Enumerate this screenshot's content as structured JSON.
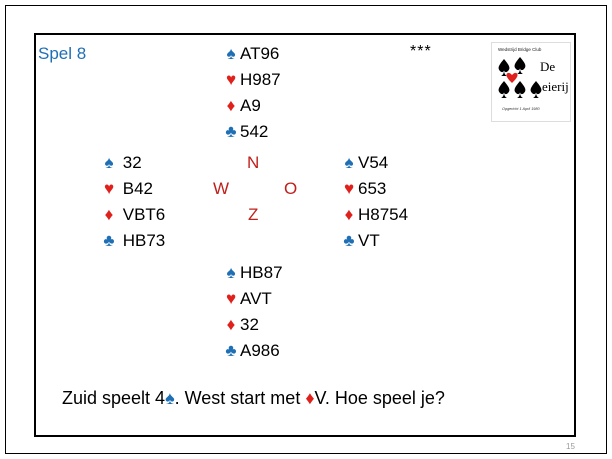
{
  "slide": {
    "title": "Spel 8",
    "stars": "***",
    "page_number": "15"
  },
  "suits": {
    "spade": "♠",
    "heart": "♥",
    "diamond": "♦",
    "club": "♣"
  },
  "colors": {
    "spade_club": "#1f6fb5",
    "heart_diamond": "#e0201b",
    "compass": "#c0201b"
  },
  "hands": {
    "north": {
      "spades": "AT96",
      "hearts": "H987",
      "diamonds": "A9",
      "clubs": "542"
    },
    "west": {
      "spades": "32",
      "hearts": "B42",
      "diamonds": "VBT6",
      "clubs": "HB73"
    },
    "east": {
      "spades": "V54",
      "hearts": "653",
      "diamonds": "H8754",
      "clubs": "VT"
    },
    "south": {
      "spades": "HB87",
      "hearts": "AVT",
      "diamonds": "32",
      "clubs": "A986"
    }
  },
  "compass": {
    "n": "N",
    "w": "W",
    "o": "O",
    "z": "Z"
  },
  "question": {
    "part1": "Zuid speelt 4",
    "part2": ". West start met ",
    "part3": "V. Hoe speel je?"
  },
  "logo": {
    "club_name": "Wedstrijd Bridge Club",
    "word1": "De",
    "word2": "eierij",
    "founded": "Opgericht 1 April 1980",
    "icon": "playing-card-logo"
  }
}
